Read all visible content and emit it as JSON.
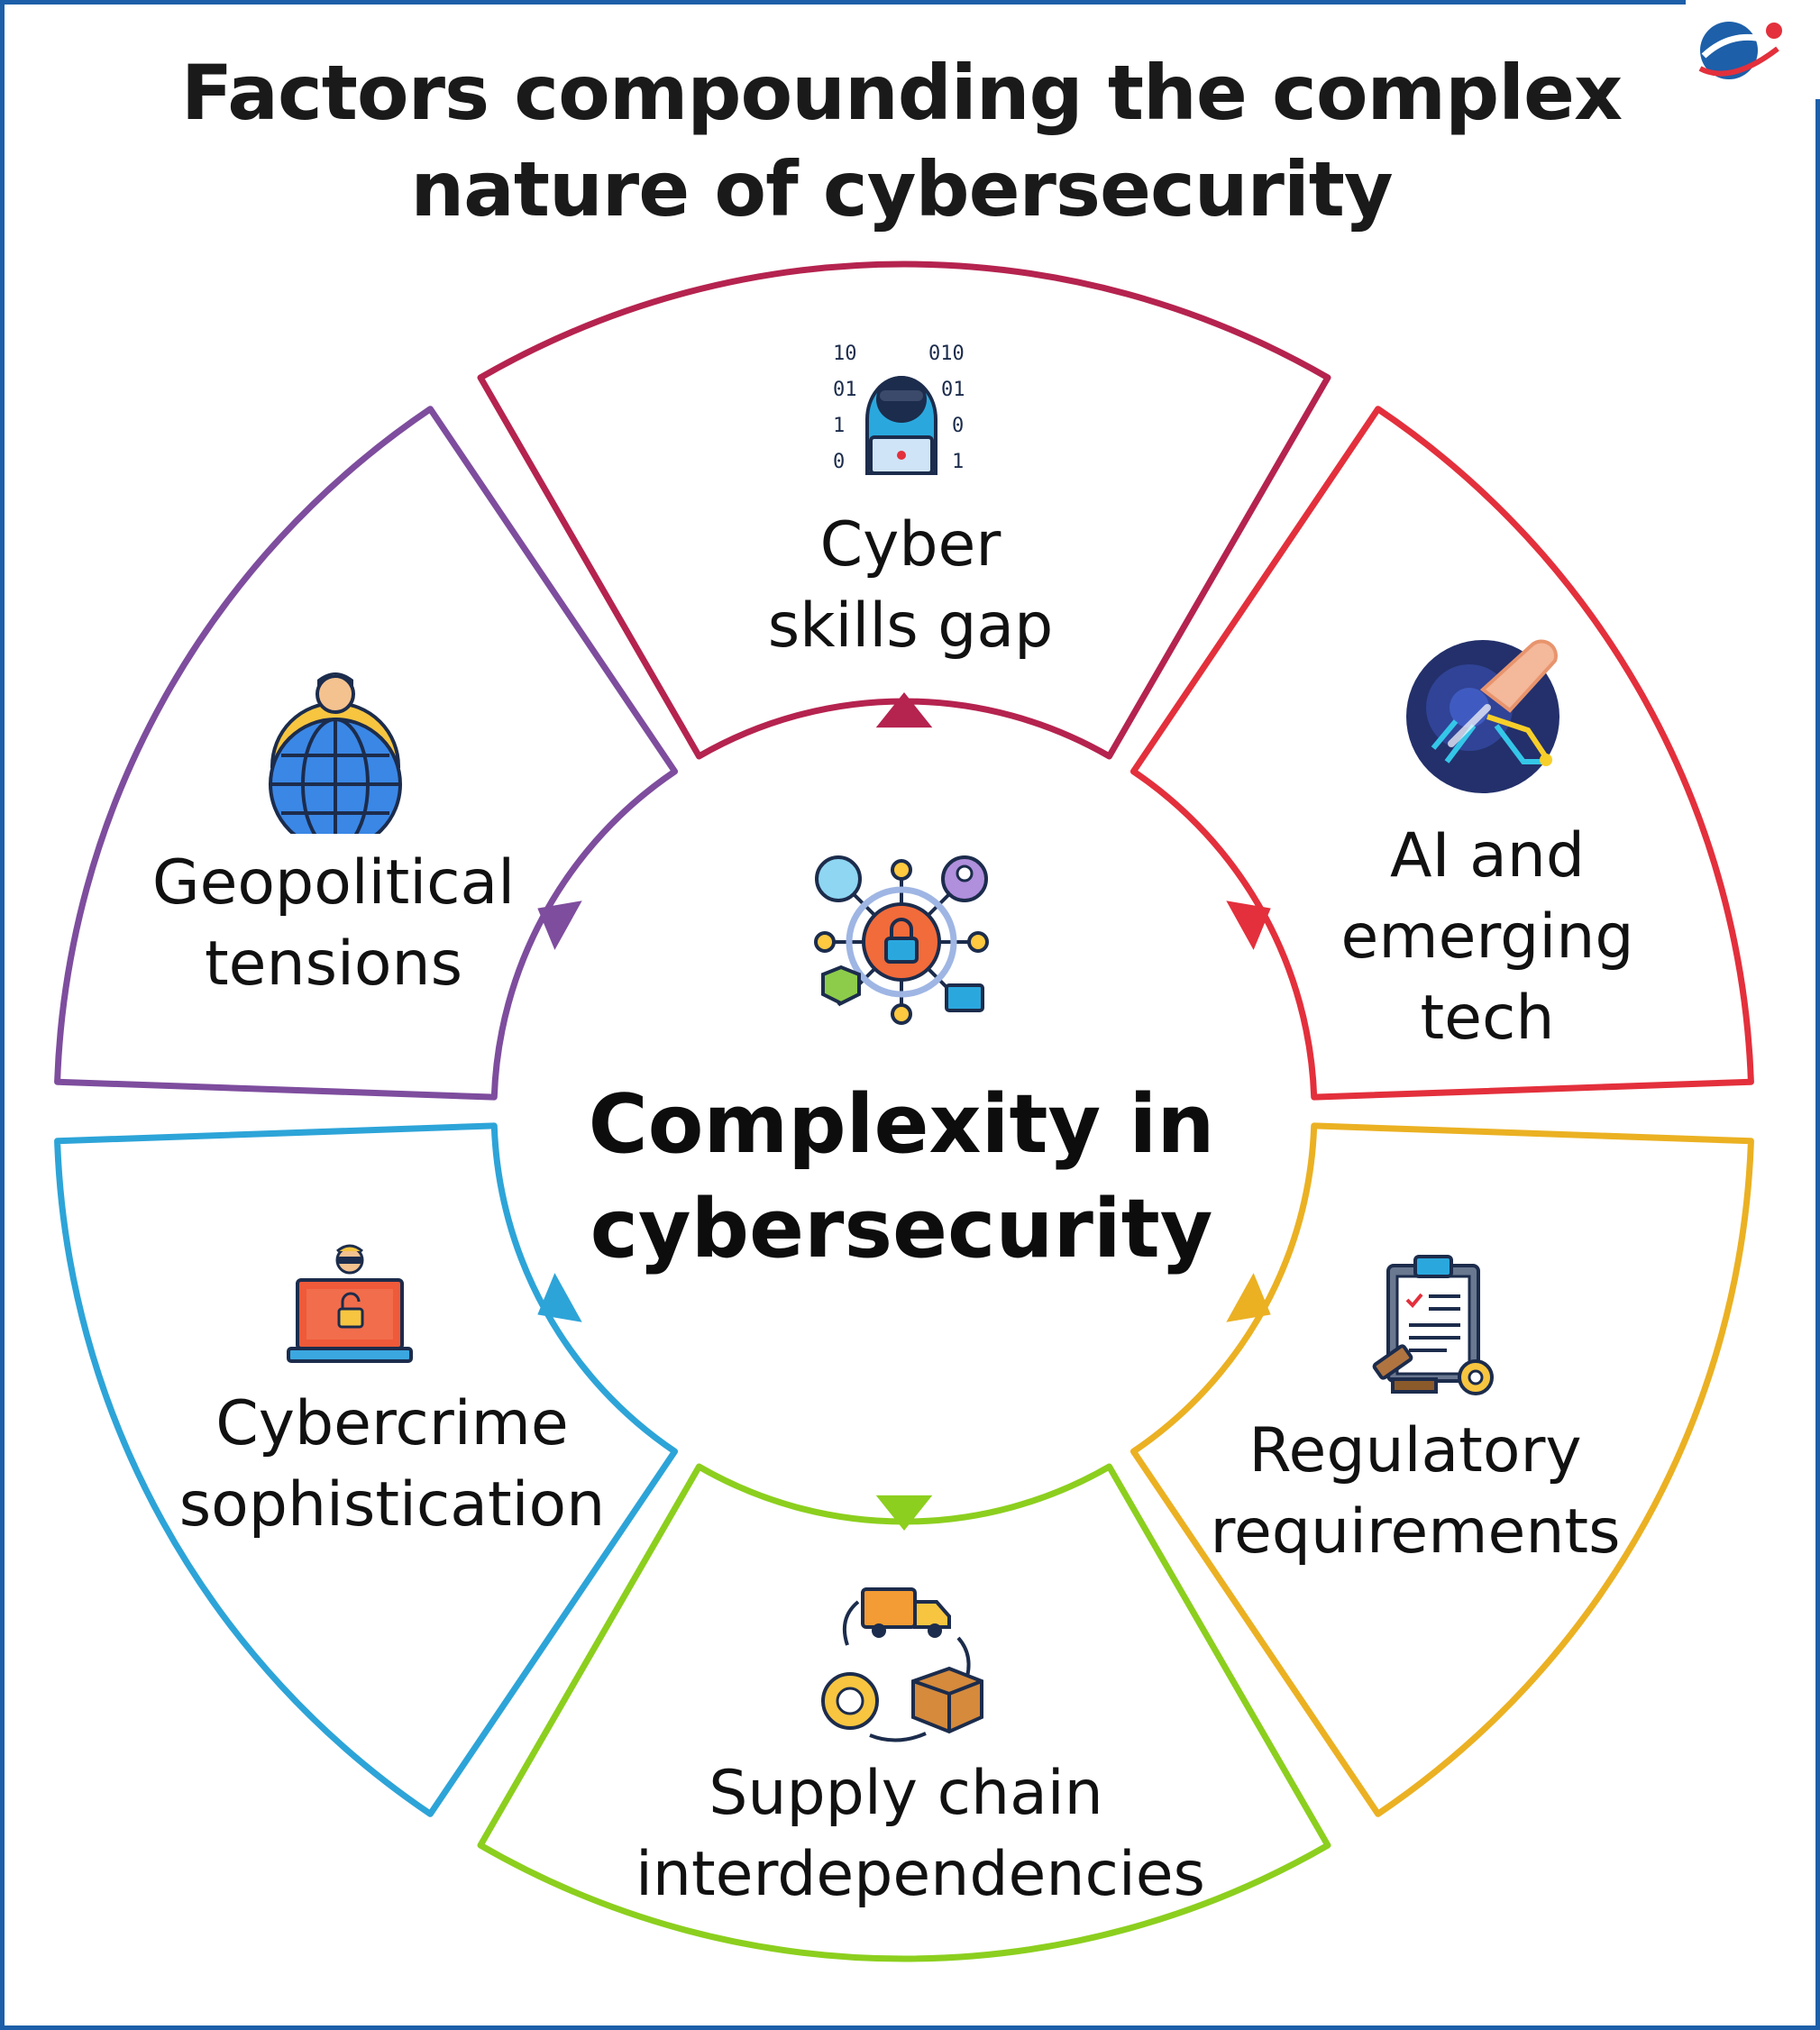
{
  "title": {
    "line1": "Factors compounding the complex",
    "line2": "nature of cybersecurity"
  },
  "center": {
    "line1": "Complexity in",
    "line2": "cybersecurity",
    "icon": "network-lock-icon"
  },
  "segments": [
    {
      "id": "cyber-skills-gap",
      "lines": [
        "Cyber",
        "skills gap"
      ],
      "color": "#b5234f",
      "icon": "hacker-laptop-icon"
    },
    {
      "id": "ai-emerging-tech",
      "lines": [
        "AI and",
        "emerging",
        "tech"
      ],
      "color": "#e3303c",
      "icon": "ai-touch-icon"
    },
    {
      "id": "regulatory-requirements",
      "lines": [
        "Regulatory",
        "requirements"
      ],
      "color": "#ebb123",
      "icon": "clipboard-gavel-icon"
    },
    {
      "id": "supply-chain",
      "lines": [
        "Supply chain",
        "interdependencies"
      ],
      "color": "#8ccf1e",
      "icon": "supply-chain-cycle-icon"
    },
    {
      "id": "cybercrime-sophistication",
      "lines": [
        "Cybercrime",
        "sophistication"
      ],
      "color": "#2da4d8",
      "icon": "laptop-intruder-icon"
    },
    {
      "id": "geopolitical-tensions",
      "lines": [
        "Geopolitical",
        "tensions"
      ],
      "color": "#7e4d9e",
      "icon": "globe-leader-icon"
    }
  ],
  "logo": {
    "icon": "brand-logo-icon",
    "colors": [
      "#1d5fa9",
      "#e3303c"
    ]
  }
}
